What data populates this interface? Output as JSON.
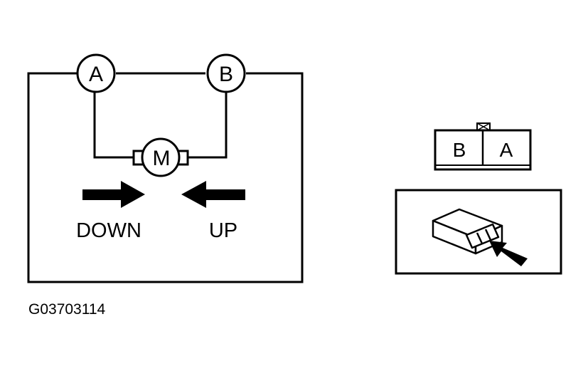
{
  "circuit": {
    "terminal_a": "A",
    "terminal_b": "B",
    "motor": "M",
    "down_label": "DOWN",
    "up_label": "UP"
  },
  "connector": {
    "pin_left": "B",
    "pin_right": "A"
  },
  "figure_code": "G03703114",
  "colors": {
    "ink": "#000000",
    "paper": "#ffffff"
  }
}
